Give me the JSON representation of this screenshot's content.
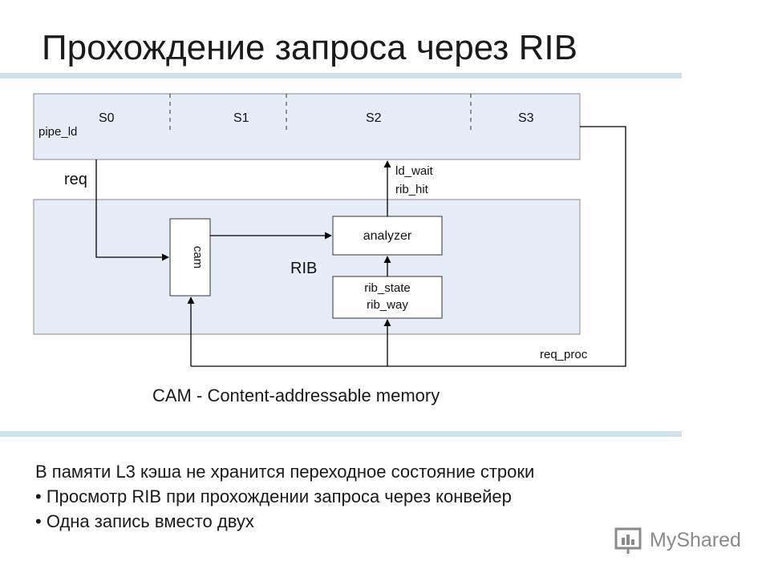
{
  "slide": {
    "title": "Прохождение запроса через RIB"
  },
  "diagram": {
    "pipeline": {
      "label": "pipe_ld",
      "stages": [
        "S0",
        "S1",
        "S2",
        "S3"
      ]
    },
    "signals": {
      "req": "req",
      "ld_wait": "ld_wait",
      "rib_hit": "rib_hit",
      "req_proc": "req_proc"
    },
    "rib": {
      "label": "RIB",
      "cam": "cam",
      "analyzer": "analyzer",
      "state": "rib_state",
      "way": "rib_way"
    },
    "colors": {
      "fill": "#e6edf7",
      "stroke": "#8a8a8a",
      "line": "#000000"
    }
  },
  "caption": "CAM - Content-addressable memory",
  "notes": [
    "В памяти L3 кэша не хранится переходное состояние строки",
    "• Просмотр RIB при прохождении запроса через конвейер",
    "• Одна запись вместо двух"
  ],
  "watermark": {
    "text": "MyShared",
    "icon": "presentation-board-icon"
  }
}
